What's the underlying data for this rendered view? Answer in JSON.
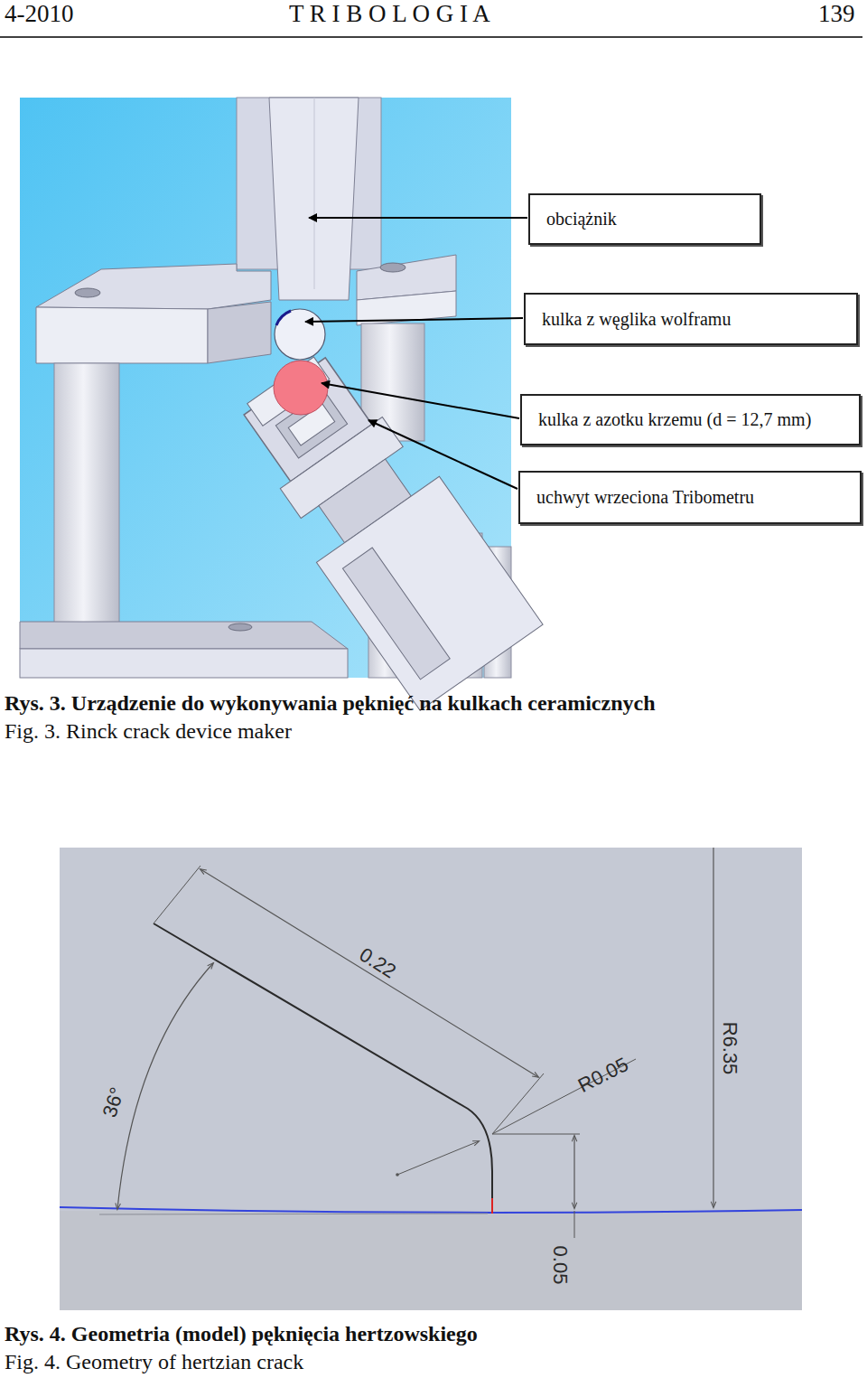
{
  "diagram": {
    "nodes": [
      {
        "text": [
          "obciążnik"
        ]
      },
      {
        "text": [
          "kulka z węglika wolframu"
        ]
      },
      {
        "text": [
          "kulka z azotku krzemu (d = 12,7 mm)"
        ]
      },
      {
        "text": [
          "uchwyt wrzeciona Tribometru"
        ]
      }
    ],
    "labels": [
      "4-2010",
      "T R I B O L O G I A",
      "139",
      "Rys. 3. Urządzenie do wykonywania pęknięć na kulkach ceramicznych",
      "Fig. 3. Rinck crack device maker",
      "0.22",
      "36°",
      "R0.05",
      "R6.35",
      "0.05",
      "Rys. 4. Geometria (model) pęknięcia hertzowskiego",
      "Fig. 4. Geometry of hertzian crack"
    ]
  }
}
